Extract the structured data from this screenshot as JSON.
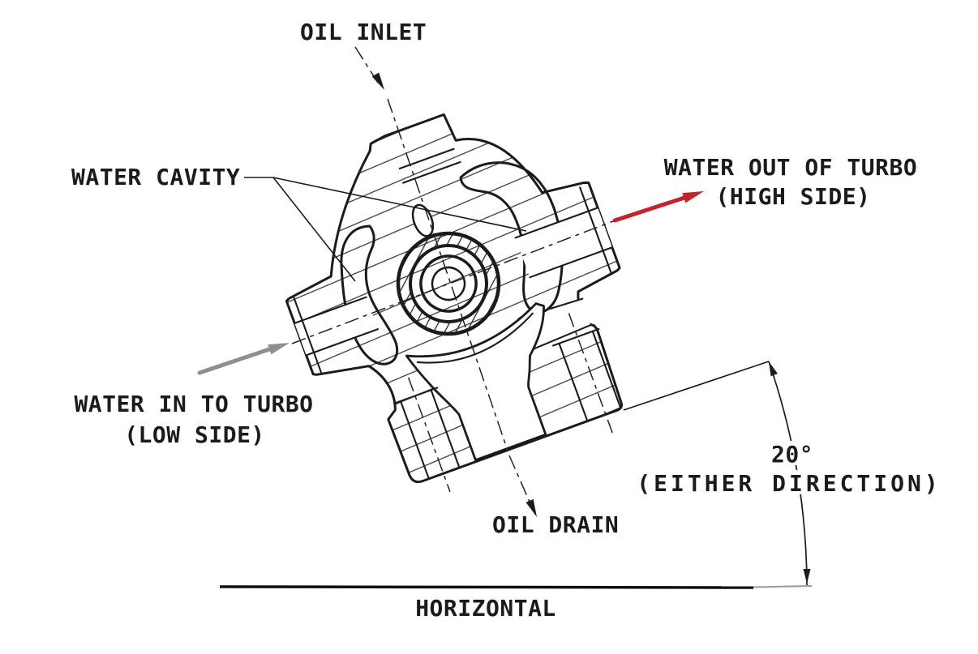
{
  "diagram": {
    "kind": "technical-section-drawing",
    "subject": "Turbocharger center housing cross-section showing oil and water connections and allowed mounting angle",
    "labels": {
      "oil_inlet": "OIL INLET",
      "water_cavity": "WATER CAVITY",
      "water_out_line1": "WATER OUT OF TURBO",
      "water_out_line2": "(HIGH SIDE)",
      "water_in_line1": "WATER IN TO TURBO",
      "water_in_line2": "(LOW SIDE)",
      "oil_drain": "OIL DRAIN",
      "angle_value": "20°",
      "angle_note": "(EITHER DIRECTION)",
      "horizontal_ref": "HORIZONTAL"
    },
    "colors": {
      "line": "#1b1b1b",
      "water_out_arrow": "#c4232a",
      "water_in_arrow": "#8f8f8f",
      "background": "#ffffff"
    }
  }
}
